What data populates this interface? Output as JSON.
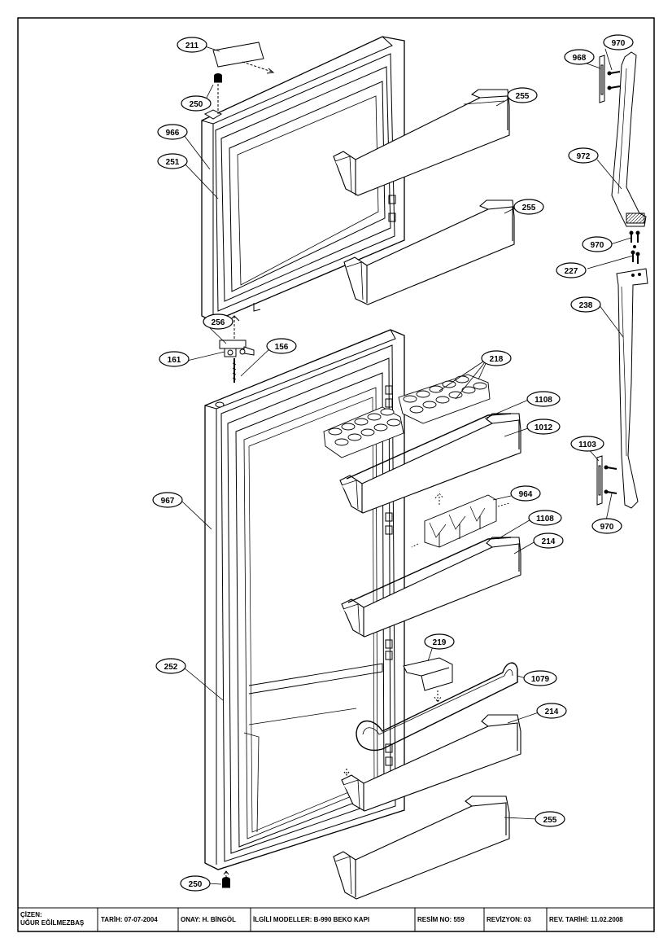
{
  "callouts": {
    "c211": "211",
    "c250a": "250",
    "c966": "966",
    "c251": "251",
    "c255a": "255",
    "c255b": "255",
    "c255c": "255",
    "c256": "256",
    "c161": "161",
    "c156": "156",
    "c218": "218",
    "c1108a": "1108",
    "c1108b": "1108",
    "c1012": "1012",
    "c964": "964",
    "c214a": "214",
    "c214b": "214",
    "c219": "219",
    "c1079": "1079",
    "c967": "967",
    "c252": "252",
    "c250b": "250",
    "c970a": "970",
    "c970b": "970",
    "c970c": "970",
    "c968": "968",
    "c972": "972",
    "c227": "227",
    "c238": "238",
    "c1103": "1103"
  },
  "title_block": {
    "cizen_label": "ÇİZEN:",
    "cizen_name": "UĞUR EĞİLMEZBAŞ",
    "tarih": "TARİH: 07-07-2004",
    "onay": "ONAY: H. BİNGÖL",
    "modeller": "İLGİLİ MODELLER: B-990 BEKO KAPI",
    "resim": "RESİM NO: 559",
    "revizyon": "REVİZYON: 03",
    "rev_tarihi": "REV. TARİHİ: 11.02.2008"
  }
}
